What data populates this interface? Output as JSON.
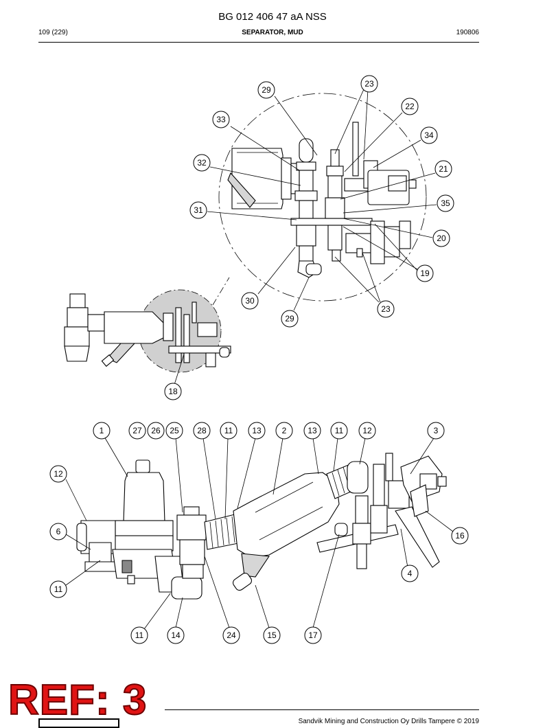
{
  "header": {
    "doc_title": "BG 012 406 47 aA NSS",
    "page_number": "109 (229)",
    "section_title": "SEPARATOR, MUD",
    "date": "190806"
  },
  "stamp": {
    "text": "REF: 3",
    "color": "#e01414"
  },
  "footer": {
    "copyright": "Sandvik Mining and Construction Oy Drills Tampere © 2019"
  },
  "callouts": {
    "detail_top": [
      "29",
      "23",
      "22",
      "33",
      "34",
      "32",
      "21",
      "35",
      "31",
      "20",
      "19",
      "30",
      "23",
      "29"
    ],
    "overview": [
      "18"
    ],
    "main_top": [
      "1",
      "27",
      "26",
      "25",
      "28",
      "11",
      "13",
      "2",
      "13",
      "11",
      "12",
      "3"
    ],
    "main_side": [
      "12",
      "6",
      "11",
      "16",
      "4"
    ],
    "main_bottom": [
      "11",
      "14",
      "24",
      "15",
      "17"
    ]
  }
}
